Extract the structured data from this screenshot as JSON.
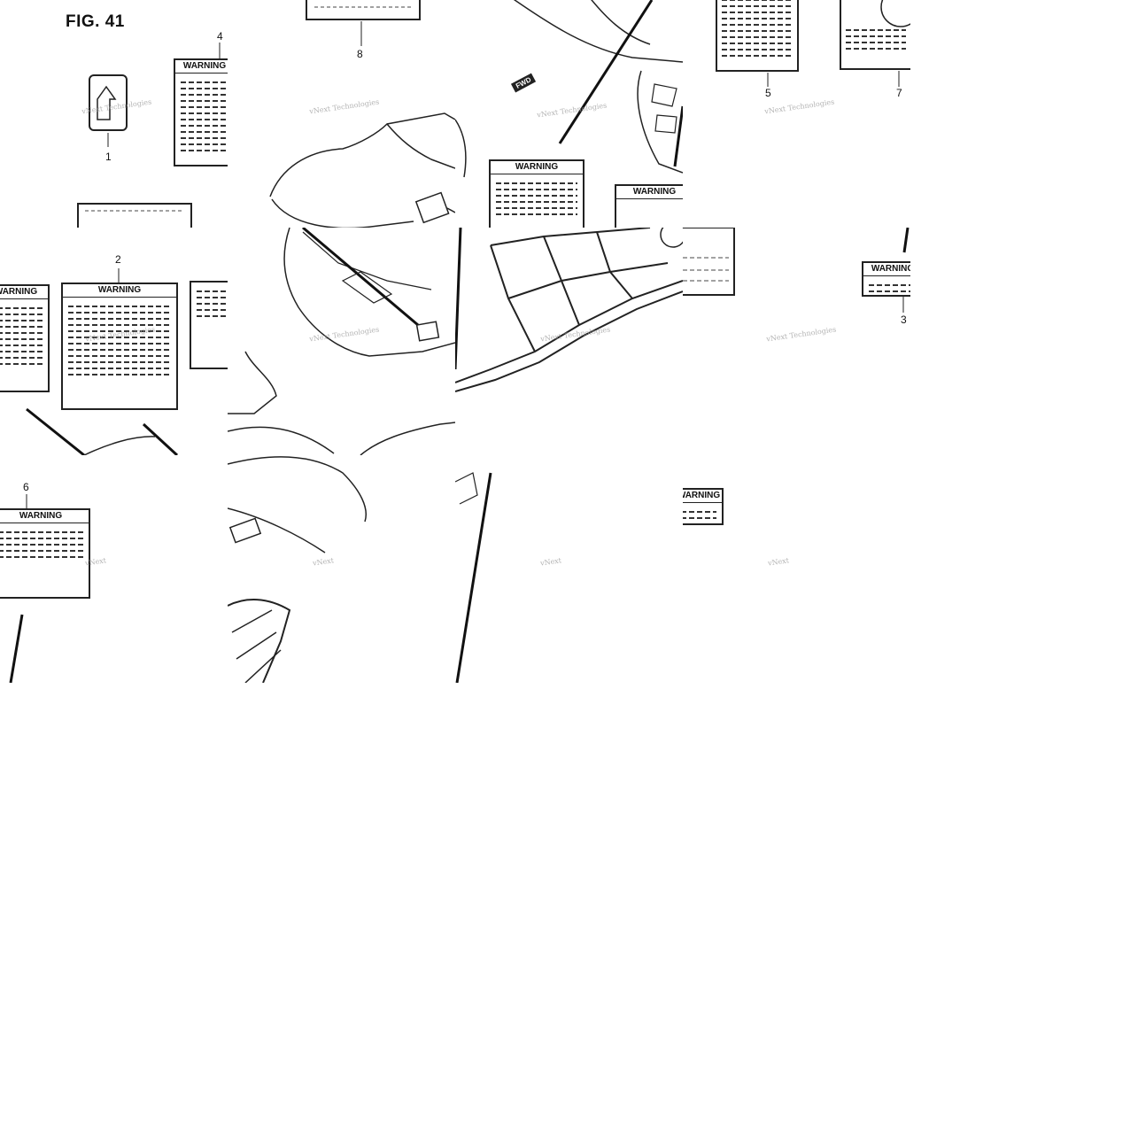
{
  "figure": {
    "title": "FIG. 41"
  },
  "callouts": {
    "c1": "1",
    "c2": "2",
    "c3": "3",
    "c4": "4",
    "c5": "5",
    "c6": "6",
    "c7": "7",
    "c8": "8"
  },
  "decals": {
    "warning_header": "WARNING",
    "warning_header_spaced": "WARNING",
    "fwd_label": "FWD"
  },
  "watermark": {
    "text": "vNext Technologies",
    "short": "vNext"
  }
}
